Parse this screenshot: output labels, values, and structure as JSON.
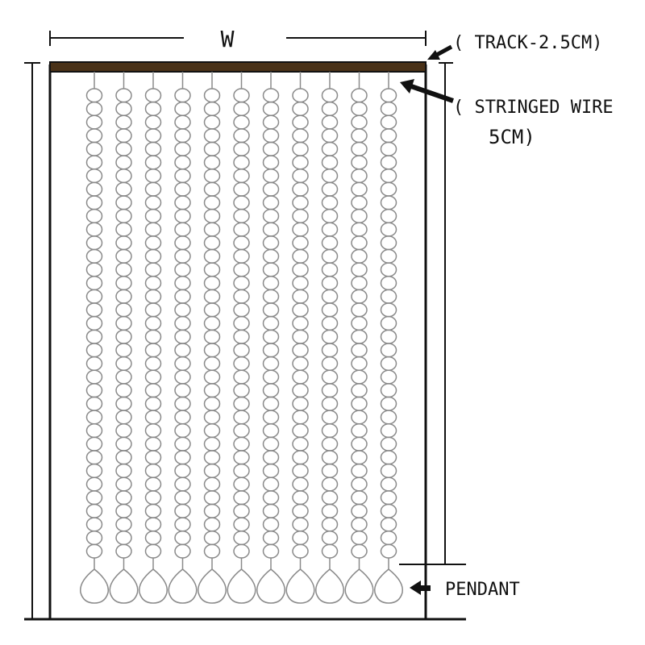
{
  "labels": {
    "width": "W",
    "track": "( TRACK-2.5CM)",
    "wire_line1": "( STRINGED WIRE",
    "wire_line2": "5CM)",
    "pendant": "PENDANT"
  },
  "curtain": {
    "strand_count": 11,
    "beads_per_strand": 35
  },
  "colors": {
    "track": "#4a3218",
    "bead": "#8a8a8a",
    "line": "#111111"
  }
}
